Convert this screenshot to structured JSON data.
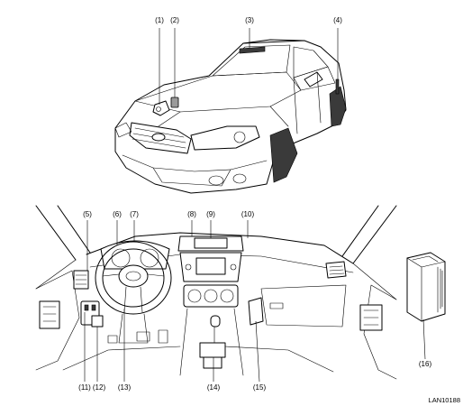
{
  "callouts": [
    "(1)",
    "(2)",
    "(3)",
    "(4)",
    "(5)",
    "(6)",
    "(7)",
    "(8)",
    "(9)",
    "(10)",
    "(11)",
    "(12)",
    "(13)",
    "(14)",
    "(15)",
    "(16)"
  ],
  "figure_code": "LAN10188"
}
